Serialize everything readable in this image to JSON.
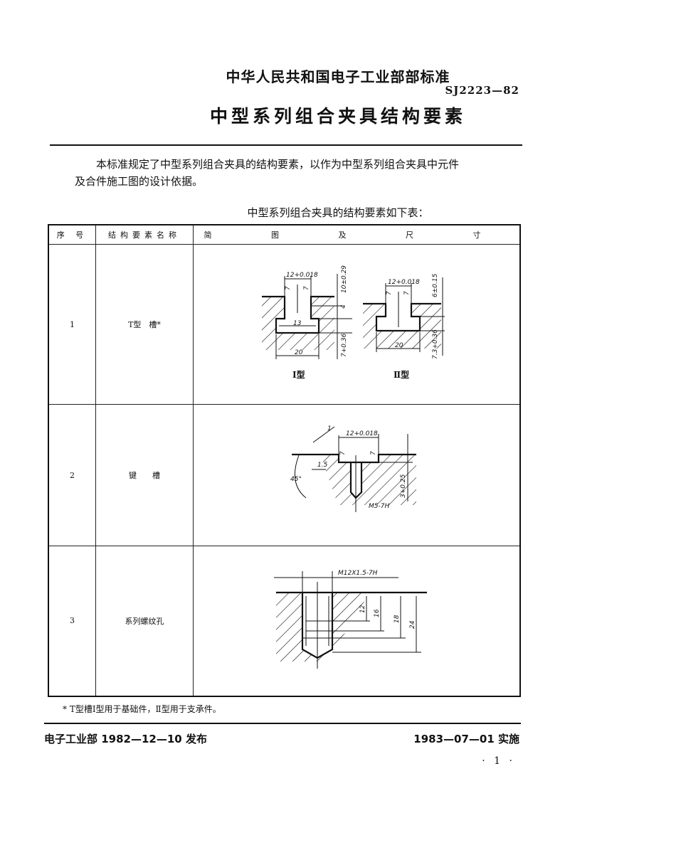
{
  "header": {
    "organization": "中华人民共和国电子工业部部标准",
    "standard_code": "SJ2223—82",
    "title": "中型系列组合夹具结构要素"
  },
  "intro": {
    "line1": "本标准规定了中型系列组合夹具的结构要素，以作为中型系列组合夹具中元件",
    "line2": "及合件施工图的设计依据。"
  },
  "table_caption": "中型系列组合夹具的结构要素如下表：",
  "table": {
    "headers": [
      "序 号",
      "结构要素名称",
      "简 图 及 尺 寸"
    ],
    "rows": [
      {
        "no": "1",
        "name": "T型　槽*",
        "drawing": {
          "type1_label": "Ⅰ型",
          "type2_label": "Ⅱ型",
          "type1_dims": [
            "12+0.018",
            "10±0.29",
            "4",
            "13",
            "20",
            "7+0.36",
            "7"
          ],
          "type2_dims": [
            "12+0.018",
            "6±0.15",
            "20",
            "7.3+0.36",
            "7"
          ]
        }
      },
      {
        "no": "2",
        "name": "键　　槽",
        "drawing": {
          "dims": [
            "12+0.018",
            "1",
            "1.5",
            "45°",
            "3+0.25",
            "M5-7H",
            "7"
          ]
        }
      },
      {
        "no": "3",
        "name": "系列螺纹孔",
        "drawing": {
          "dims": [
            "M12X1.5-7H",
            "12",
            "16",
            "18",
            "24"
          ]
        }
      }
    ]
  },
  "footnote": "* T型槽Ⅰ型用于基础件，Ⅱ型用于支承件。",
  "footer": {
    "published": "电子工业部 1982—12—10 发布",
    "implemented": "1983—07—01 实施",
    "page_number": "· 1 ·"
  }
}
